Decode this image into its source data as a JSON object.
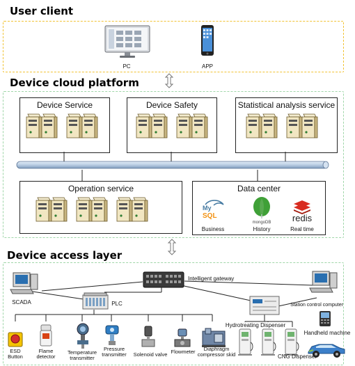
{
  "user_client": {
    "title": "User client",
    "pc_label": "PC",
    "app_label": "APP"
  },
  "cloud": {
    "title": "Device cloud platform",
    "device_service": "Device Service",
    "device_safety": "Device Safety",
    "statistical": "Statistical analysis service",
    "operation": "Operation service",
    "data_center": {
      "title": "Data center",
      "mysql_label": "Business",
      "mysql_logo": "My SQL",
      "mongo_label": "History",
      "mongo_logo": "mongoDB",
      "redis_label": "Real time",
      "redis_logo": "redis"
    }
  },
  "access": {
    "title": "Device access layer",
    "gateway": "Intelligent gateway",
    "scada": "SCADA",
    "plc": "PLC",
    "station_computer": "Station control computer",
    "hydro": "Hydrotreating Dispenser",
    "handheld": "Handheld machine",
    "cng": "CNG Dispenser",
    "devices": [
      {
        "line1": "ESD",
        "line2": "Button"
      },
      {
        "line1": "Flame",
        "line2": "detector"
      },
      {
        "line1": "Temperature",
        "line2": "transmitter"
      },
      {
        "line1": "Pressure",
        "line2": "transmitter"
      },
      {
        "line1": "Solenoid valve",
        "line2": ""
      },
      {
        "line1": "Flowmeter",
        "line2": ""
      },
      {
        "line1": "Diaphragm",
        "line2": "compressor skid"
      }
    ]
  },
  "colors": {
    "user_border": "#f1c232",
    "cloud_border": "#9fd6a8",
    "bus": "#b9cde3"
  }
}
